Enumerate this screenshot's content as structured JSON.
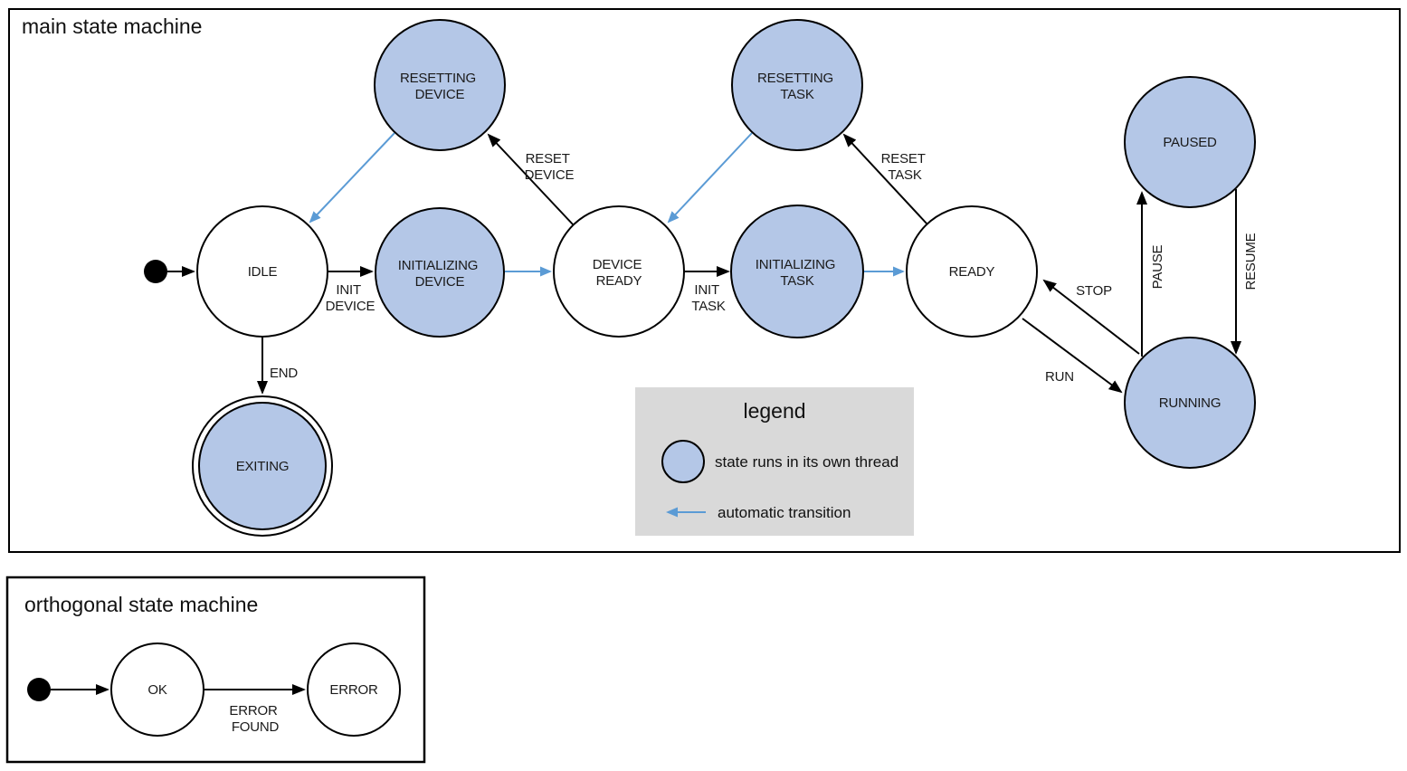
{
  "main": {
    "title": "main state machine",
    "states": {
      "idle": {
        "label": "IDLE"
      },
      "resetting_device": {
        "line1": "RESETTING",
        "line2": "DEVICE"
      },
      "initializing_device": {
        "line1": "INITIALIZING",
        "line2": "DEVICE"
      },
      "device_ready": {
        "line1": "DEVICE",
        "line2": "READY"
      },
      "resetting_task": {
        "line1": "RESETTING",
        "line2": "TASK"
      },
      "initializing_task": {
        "line1": "INITIALIZING",
        "line2": "TASK"
      },
      "ready": {
        "label": "READY"
      },
      "paused": {
        "label": "PAUSED"
      },
      "running": {
        "label": "RUNNING"
      },
      "exiting": {
        "label": "EXITING"
      }
    },
    "transitions": {
      "init_device": {
        "line1": "INIT",
        "line2": "DEVICE"
      },
      "reset_device": {
        "line1": "RESET",
        "line2": "DEVICE"
      },
      "init_task": {
        "line1": "INIT",
        "line2": "TASK"
      },
      "reset_task": {
        "line1": "RESET",
        "line2": "TASK"
      },
      "end": {
        "label": "END"
      },
      "stop": {
        "label": "STOP"
      },
      "run": {
        "label": "RUN"
      },
      "pause": {
        "label": "PAUSE"
      },
      "resume": {
        "label": "RESUME"
      }
    },
    "legend": {
      "title": "legend",
      "thread_item": "state runs in its own thread",
      "auto_item": "automatic transition"
    }
  },
  "orthogonal": {
    "title": "orthogonal state machine",
    "states": {
      "ok": {
        "label": "OK"
      },
      "error": {
        "label": "ERROR"
      }
    },
    "transitions": {
      "error_found": {
        "line1": "ERROR",
        "line2": "FOUND"
      }
    }
  },
  "colors": {
    "threaded_state_fill": "#b4c7e7",
    "plain_state_fill": "#ffffff",
    "automatic_transition": "#5b9bd5",
    "normal_transition": "#000000",
    "legend_background": "#d9d9d9"
  }
}
